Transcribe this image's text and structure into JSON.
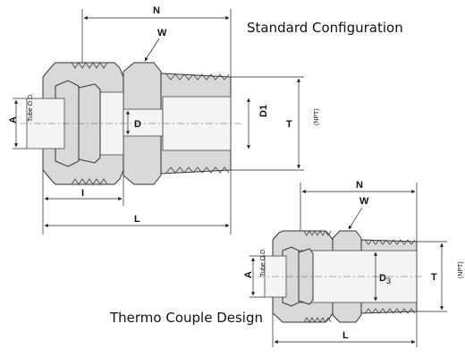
{
  "captions": {
    "standard": "Standard Configuration",
    "thermo": "Thermo Couple Design"
  },
  "labels": {
    "N": "N",
    "W": "W",
    "A": "A",
    "tube_od": "Tube O.D.",
    "D": "D",
    "D1": "D1",
    "T": "T",
    "npt": "(NPT)",
    "I": "I",
    "L": "L",
    "D3_main": "D",
    "D3_sub": "3"
  }
}
